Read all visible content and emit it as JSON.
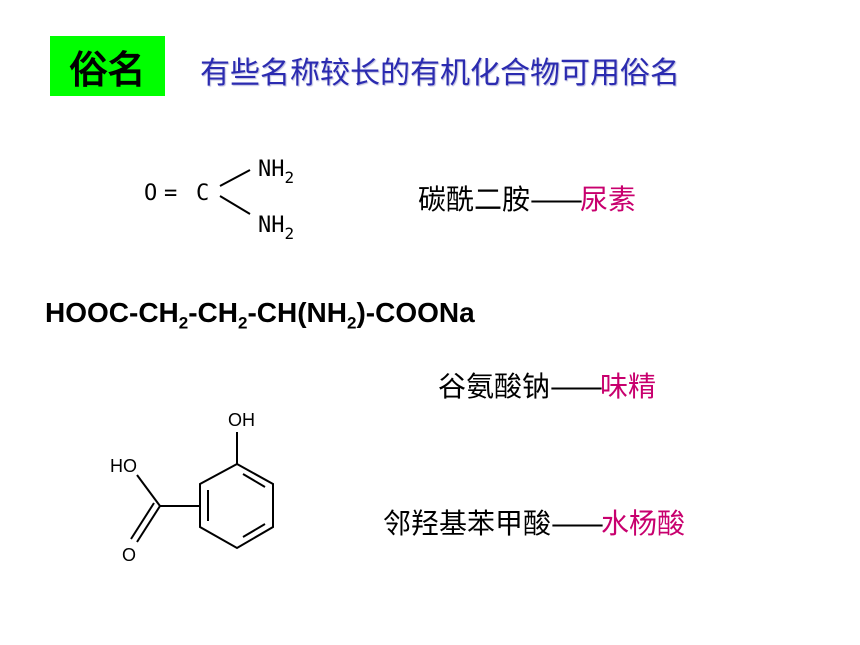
{
  "header": {
    "title": "俗名",
    "subtitle": "有些名称较长的有机化合物可用俗名"
  },
  "urea": {
    "atoms": {
      "o": "O",
      "eq": "=",
      "c": "C",
      "n1": "NH",
      "n1_sub": "2",
      "n2": "NH",
      "n2_sub": "2"
    },
    "systematic_name": "碳酰二胺",
    "dash": "——",
    "common_name": "尿素"
  },
  "msg": {
    "formula_parts": [
      "HOOC-CH",
      "2",
      "-CH",
      "2",
      "-CH(NH",
      "2",
      ")-COONa"
    ],
    "systematic_name": "谷氨酸钠",
    "dash": "——",
    "common_name": "味精"
  },
  "salicylic": {
    "atoms": {
      "oh": "OH",
      "ho": "HO",
      "o": "O"
    },
    "systematic_name": "邻羟基苯甲酸",
    "dash": "——",
    "common_name": "水杨酸"
  }
}
